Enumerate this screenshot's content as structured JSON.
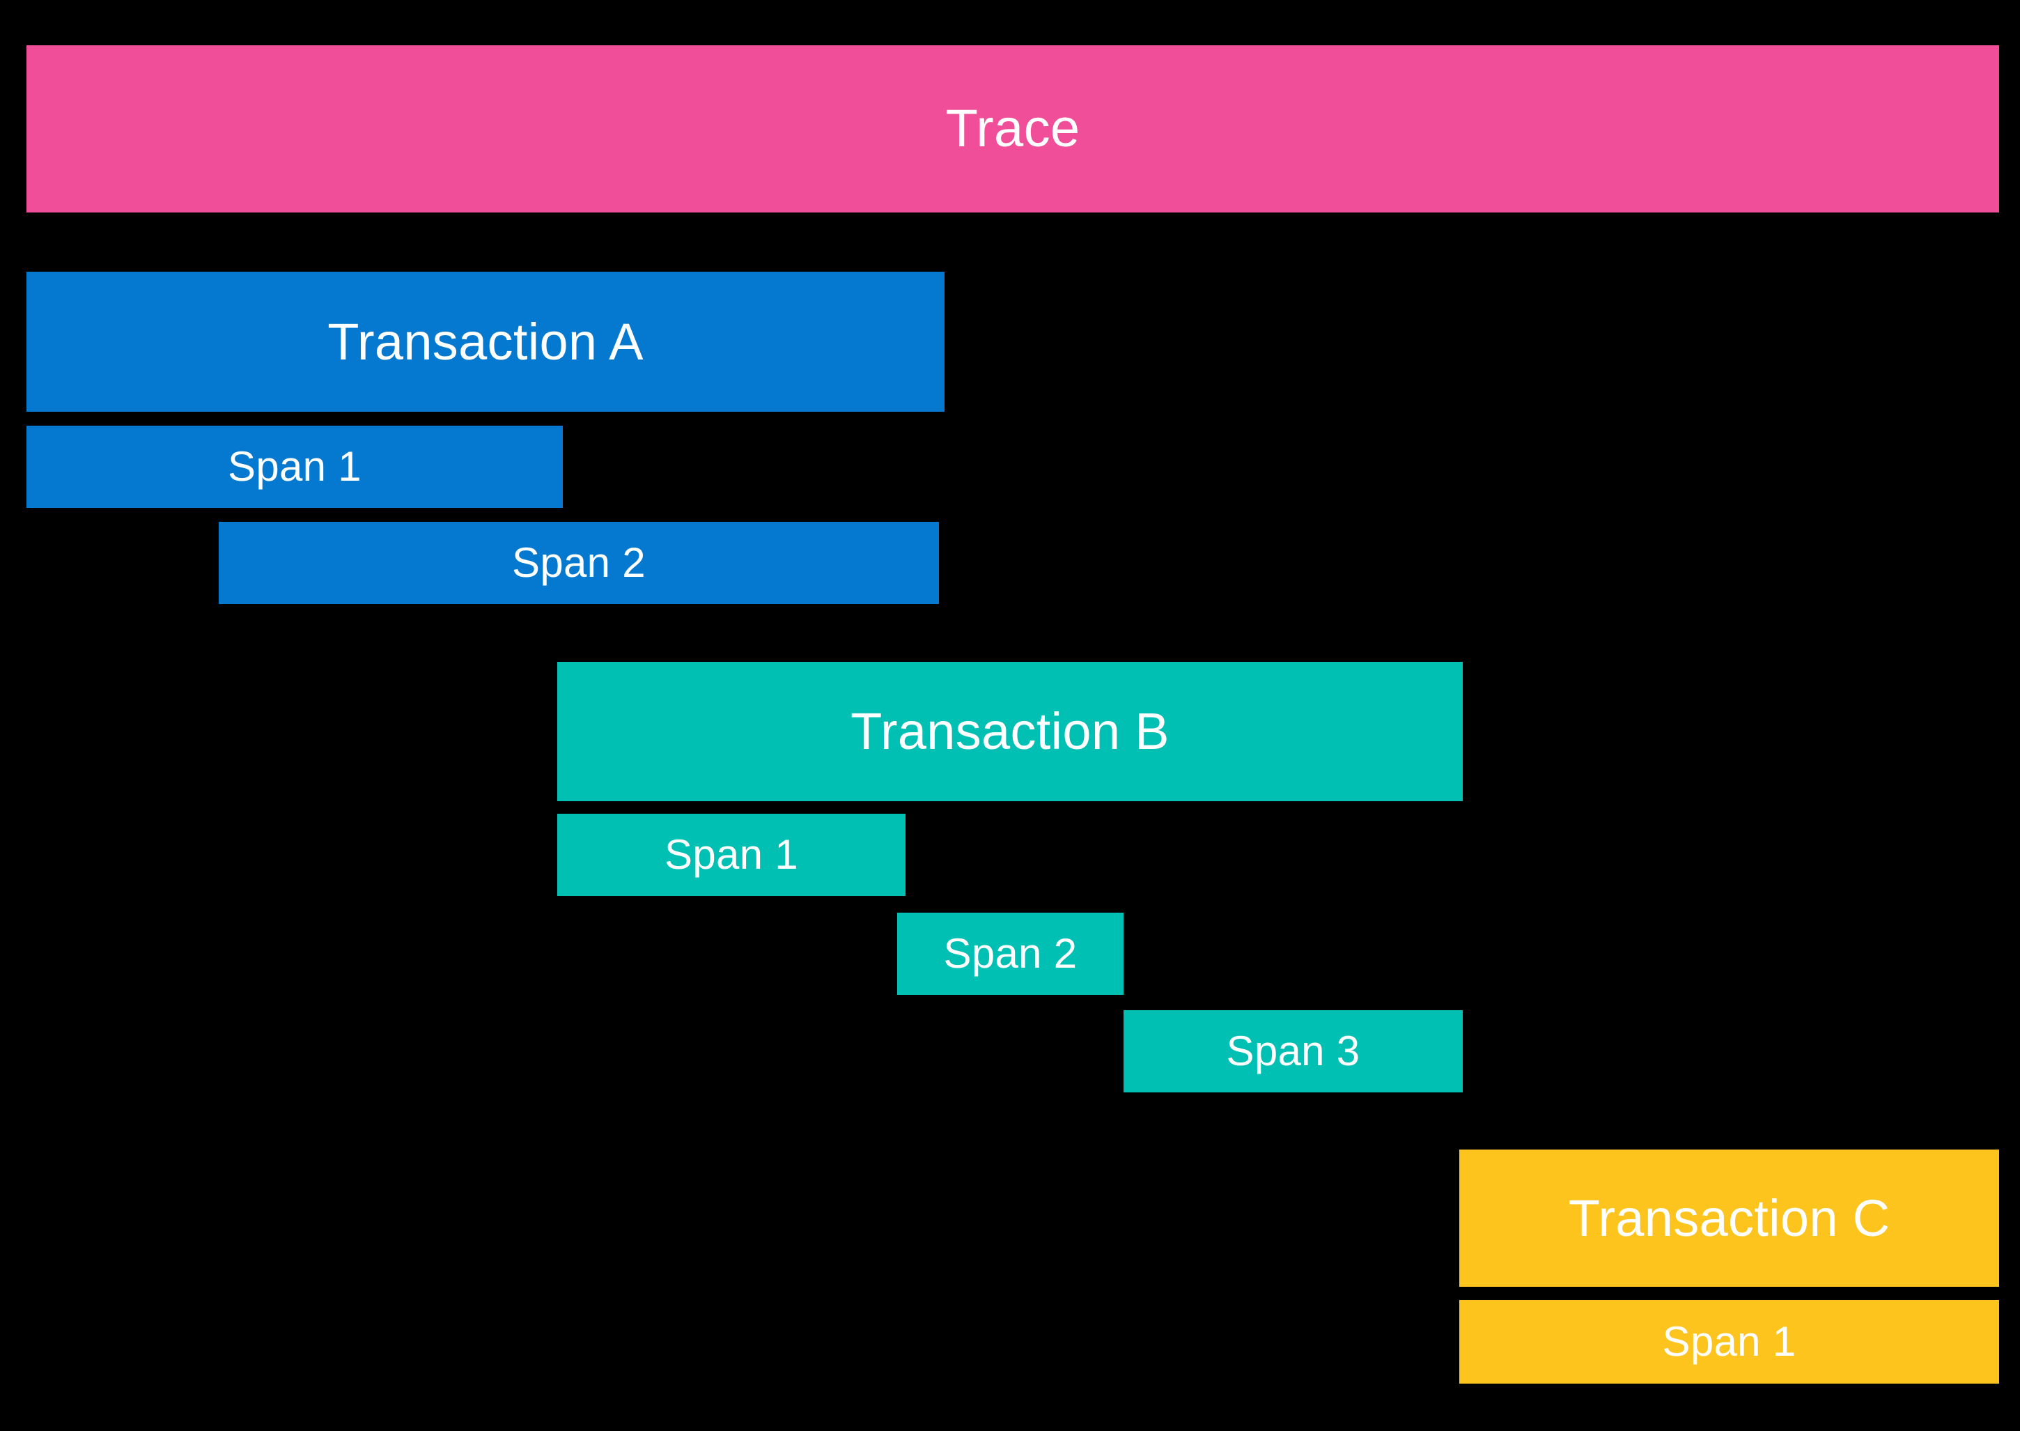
{
  "diagram": {
    "title": "Trace",
    "background_color": "#000000",
    "colors": {
      "trace": "#F04E98",
      "transaction_a": "#0579CF",
      "transaction_b": "#00BFB3",
      "transaction_c": "#FDC41E",
      "label_text": "#FFFFFF"
    },
    "trace": {
      "label": "Trace"
    },
    "transactions": [
      {
        "label": "Transaction A",
        "color": "#0579CF",
        "spans": [
          {
            "label": "Span 1"
          },
          {
            "label": "Span 2"
          }
        ]
      },
      {
        "label": "Transaction B",
        "color": "#00BFB3",
        "spans": [
          {
            "label": "Span 1"
          },
          {
            "label": "Span 2"
          },
          {
            "label": "Span 3"
          }
        ]
      },
      {
        "label": "Transaction C",
        "color": "#FDC41E",
        "spans": [
          {
            "label": "Span 1"
          }
        ]
      }
    ]
  }
}
